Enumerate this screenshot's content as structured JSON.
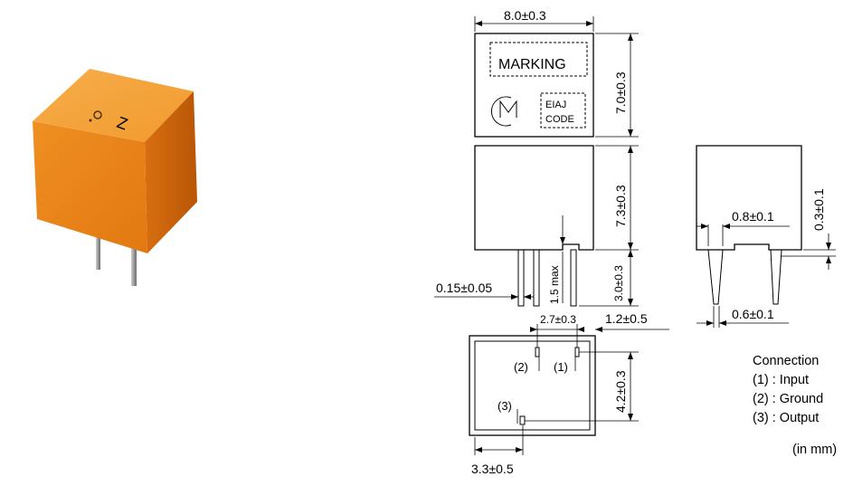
{
  "dimensions": {
    "top_width": "8.0±0.3",
    "top_height": "7.0±0.3",
    "body_height": "7.3±0.3",
    "lead_height": "3.0±0.3",
    "standoff_max": "1.5 max",
    "lead_thickness": "0.15±0.05",
    "pin_pitch": "2.7±0.3",
    "pin_offset": "1.2±0.5",
    "footprint_height": "4.2±0.3",
    "footprint_offset": "3.3±0.5",
    "side_standoff_width": "0.8±0.1",
    "side_standoff_height": "0.3±0.1",
    "side_lead_width": "0.6±0.1"
  },
  "labels": {
    "marking": "MARKING",
    "eiaj_line1": "EIAJ",
    "eiaj_line2": "CODE",
    "pin1": "(1)",
    "pin2": "(2)",
    "pin3": "(3)",
    "component_mark": "Z"
  },
  "legend": {
    "title": "Connection",
    "items": [
      "(1) :  Input",
      "(2) :  Ground",
      "(3) :  Output"
    ],
    "unit": "(in mm)"
  },
  "colors": {
    "body_front": "#ee8a1e",
    "body_top": "#f4a23a",
    "body_side": "#c9620c",
    "lead": "#a8a8a8"
  }
}
